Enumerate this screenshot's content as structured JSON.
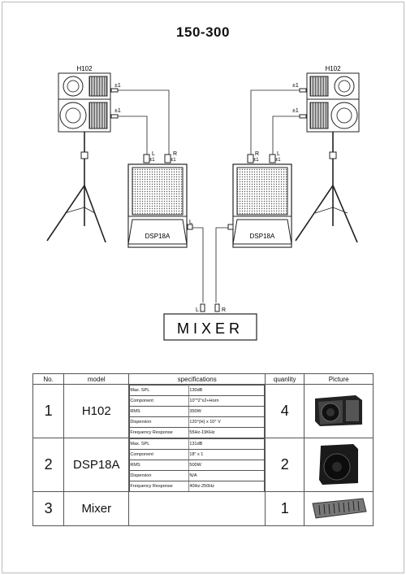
{
  "title": "150-300",
  "labels": {
    "h102": "H102",
    "dsp": "DSP18A",
    "mixer": "MIXER",
    "L": "L",
    "R": "R",
    "ch1": "±1",
    "mixer_L": "L",
    "mixer_R": "R"
  },
  "table": {
    "headers": [
      "No.",
      "model",
      "specifications",
      "quanlity",
      "Picture"
    ],
    "rows": [
      {
        "no": "1",
        "model": "H102",
        "qty": "4",
        "specs": [
          {
            "k": "Max. SPL",
            "v": "130dB"
          },
          {
            "k": "Component",
            "v": "10\"*2\"x2+Horn"
          },
          {
            "k": "RMS",
            "v": "350W"
          },
          {
            "k": "Dispersion",
            "v": "120°(H) x 10° V"
          },
          {
            "k": "Frequency Response",
            "v": "55Hz-19KHz"
          }
        ]
      },
      {
        "no": "2",
        "model": "DSP18A",
        "qty": "2",
        "specs": [
          {
            "k": "Max. SPL",
            "v": "131dB"
          },
          {
            "k": "Component",
            "v": "18\" x 1"
          },
          {
            "k": "RMS",
            "v": "500W"
          },
          {
            "k": "Dispersion",
            "v": "N/A"
          },
          {
            "k": "Frequency Response",
            "v": "40Hz-250Hz"
          }
        ]
      },
      {
        "no": "3",
        "model": "Mixer",
        "qty": "1",
        "specs": []
      }
    ]
  }
}
